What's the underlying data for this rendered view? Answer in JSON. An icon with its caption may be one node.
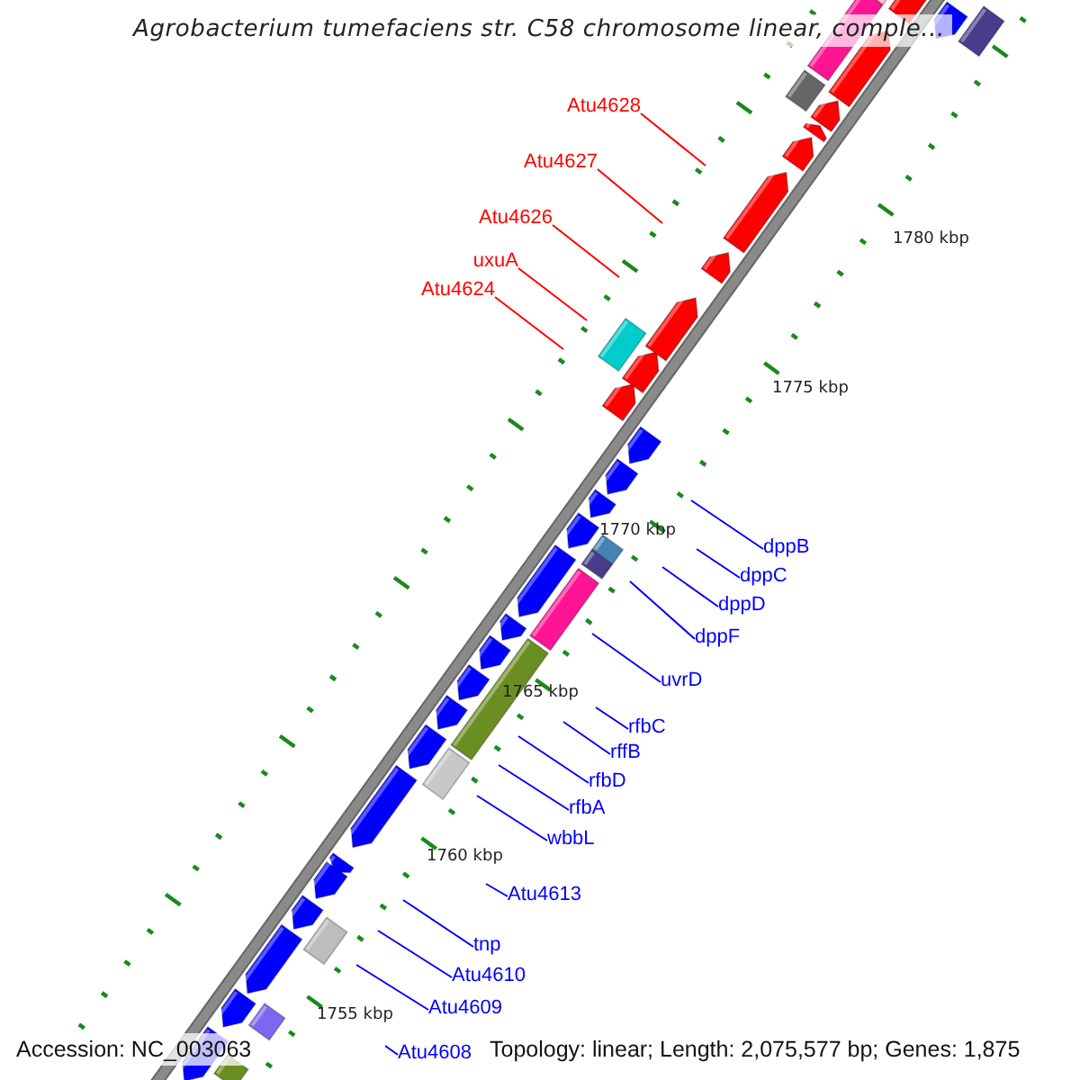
{
  "diagram": {
    "title": "Agrobacterium tumefaciens str. C58 chromosome linear, comple...",
    "nodes": [
      {
        "text": [
          "Atu4628"
        ]
      },
      {
        "text": [
          "Atu4627"
        ]
      },
      {
        "text": [
          "Atu4626"
        ]
      },
      {
        "text": [
          "uxuA"
        ]
      },
      {
        "text": [
          "Atu4624"
        ]
      },
      {
        "text": [
          "dppB"
        ]
      },
      {
        "text": [
          "dppC"
        ]
      },
      {
        "text": [
          "dppD"
        ]
      },
      {
        "text": [
          "dppF"
        ]
      },
      {
        "text": [
          "uvrD"
        ]
      },
      {
        "text": [
          "rfbC"
        ]
      },
      {
        "text": [
          "rffB"
        ]
      },
      {
        "text": [
          "rfbD"
        ]
      },
      {
        "text": [
          "rfbA"
        ]
      },
      {
        "text": [
          "wbbL"
        ]
      },
      {
        "text": [
          "Atu4613"
        ]
      },
      {
        "text": [
          "tnp"
        ]
      },
      {
        "text": [
          "Atu4610"
        ]
      },
      {
        "text": [
          "Atu4609"
        ]
      },
      {
        "text": [
          "Atu4608"
        ]
      }
    ],
    "edges": [
      {
        "from": 0,
        "to": null,
        "arrow": "none",
        "color": "#ff0000"
      },
      {
        "from": 1,
        "to": null,
        "arrow": "none",
        "color": "#ff0000"
      },
      {
        "from": 2,
        "to": null,
        "arrow": "none",
        "color": "#ff0000"
      },
      {
        "from": 3,
        "to": null,
        "arrow": "none",
        "color": "#ff0000"
      },
      {
        "from": 4,
        "to": null,
        "arrow": "none",
        "color": "#ff0000"
      },
      {
        "from": 5,
        "to": null,
        "arrow": "none"
      },
      {
        "from": 6,
        "to": null,
        "arrow": "none"
      },
      {
        "from": 7,
        "to": null,
        "arrow": "none"
      },
      {
        "from": 8,
        "to": null,
        "arrow": "none"
      },
      {
        "from": 9,
        "to": null,
        "arrow": "none"
      },
      {
        "from": 10,
        "to": null,
        "arrow": "none"
      },
      {
        "from": 11,
        "to": null,
        "arrow": "none"
      },
      {
        "from": 12,
        "to": null,
        "arrow": "none"
      },
      {
        "from": 13,
        "to": null,
        "arrow": "none"
      },
      {
        "from": 14,
        "to": null,
        "arrow": "none"
      },
      {
        "from": 15,
        "to": null,
        "arrow": "none"
      },
      {
        "from": 16,
        "to": null,
        "arrow": "none"
      },
      {
        "from": 17,
        "to": null,
        "arrow": "none"
      },
      {
        "from": 18,
        "to": null,
        "arrow": "none"
      },
      {
        "from": 19,
        "to": null,
        "arrow": "none"
      }
    ],
    "labels": [
      "1780 kbp",
      "1775 kbp",
      "1770 kbp",
      "1765 kbp",
      "1760 kbp",
      "1755 kbp",
      "Accession: NC_003063",
      "Topology: linear; Length: 2,075,577 bp; Genes: 1,875"
    ]
  }
}
